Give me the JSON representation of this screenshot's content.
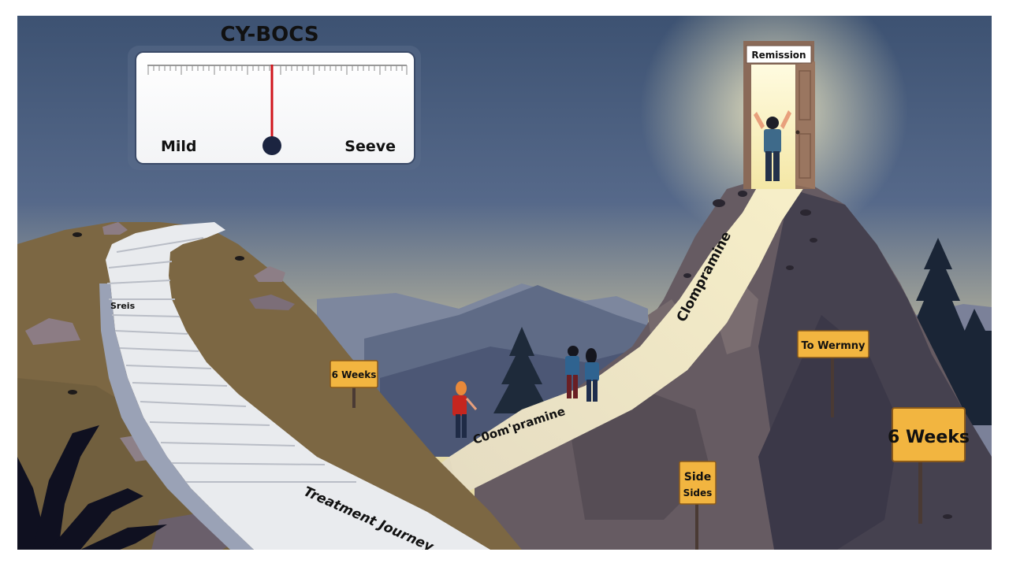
{
  "illustration": {
    "theme": "Treatment journey up a mountain toward remission",
    "colors": {
      "sky_top": "#3e5373",
      "sky_horizon": "#e2d9a8",
      "hill_brown": "#7c6743",
      "rock_gray": "#5e5560",
      "rock_dark": "#3b3848",
      "stairs_white": "#e9ebee",
      "path_cream": "#e8dfc6",
      "sign_yellow": "#f2b540",
      "needle_red": "#d0141b",
      "door_light": "#fff6c8",
      "door_wood": "#9a7660"
    }
  },
  "gauge": {
    "title": "CY-BOCS",
    "left_label": "Mild",
    "right_label": "Seeve",
    "needle_position_pct": 50
  },
  "door": {
    "sign": "Remission"
  },
  "stairs": {
    "step_label": "Sreis",
    "path_label": "Treatment Journey"
  },
  "paths": {
    "upper_label": "Clompramine",
    "lower_label": "C0om'pramine"
  },
  "signs": [
    {
      "id": "hill-sign",
      "text": "6 Weeks"
    },
    {
      "id": "upper-right-sign",
      "text": "To Wermny"
    },
    {
      "id": "lower-right-sign",
      "text": "6 Weeks"
    },
    {
      "id": "side-effects-sign",
      "line1": "Side",
      "line2": "Sides"
    }
  ]
}
